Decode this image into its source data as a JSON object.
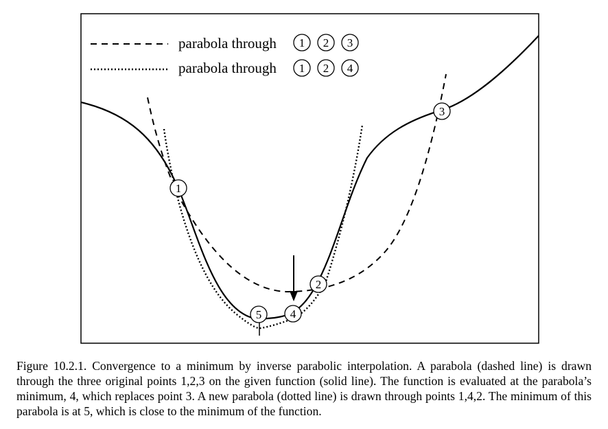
{
  "legend": {
    "dashed_label": "parabola through",
    "dashed_points": [
      "1",
      "2",
      "3"
    ],
    "dotted_label": "parabola through",
    "dotted_points": [
      "1",
      "2",
      "4"
    ]
  },
  "markers": [
    {
      "id": "1",
      "name": "point-1-marker"
    },
    {
      "id": "2",
      "name": "point-2-marker"
    },
    {
      "id": "3",
      "name": "point-3-marker"
    },
    {
      "id": "4",
      "name": "point-4-marker"
    },
    {
      "id": "5",
      "name": "point-5-marker"
    }
  ],
  "caption": "Figure 10.2.1.  Convergence to a minimum by inverse parabolic interpolation. A parabola (dashed line) is drawn through the three original points 1,2,3 on the given function (solid line). The function is evaluated at the parabola’s minimum, 4, which replaces point 3. A new parabola (dotted line) is drawn through points 1,4,2. The minimum of this parabola is at 5, which is close to the minimum of the function.",
  "colors": {
    "ink": "#000000",
    "background": "#ffffff"
  }
}
